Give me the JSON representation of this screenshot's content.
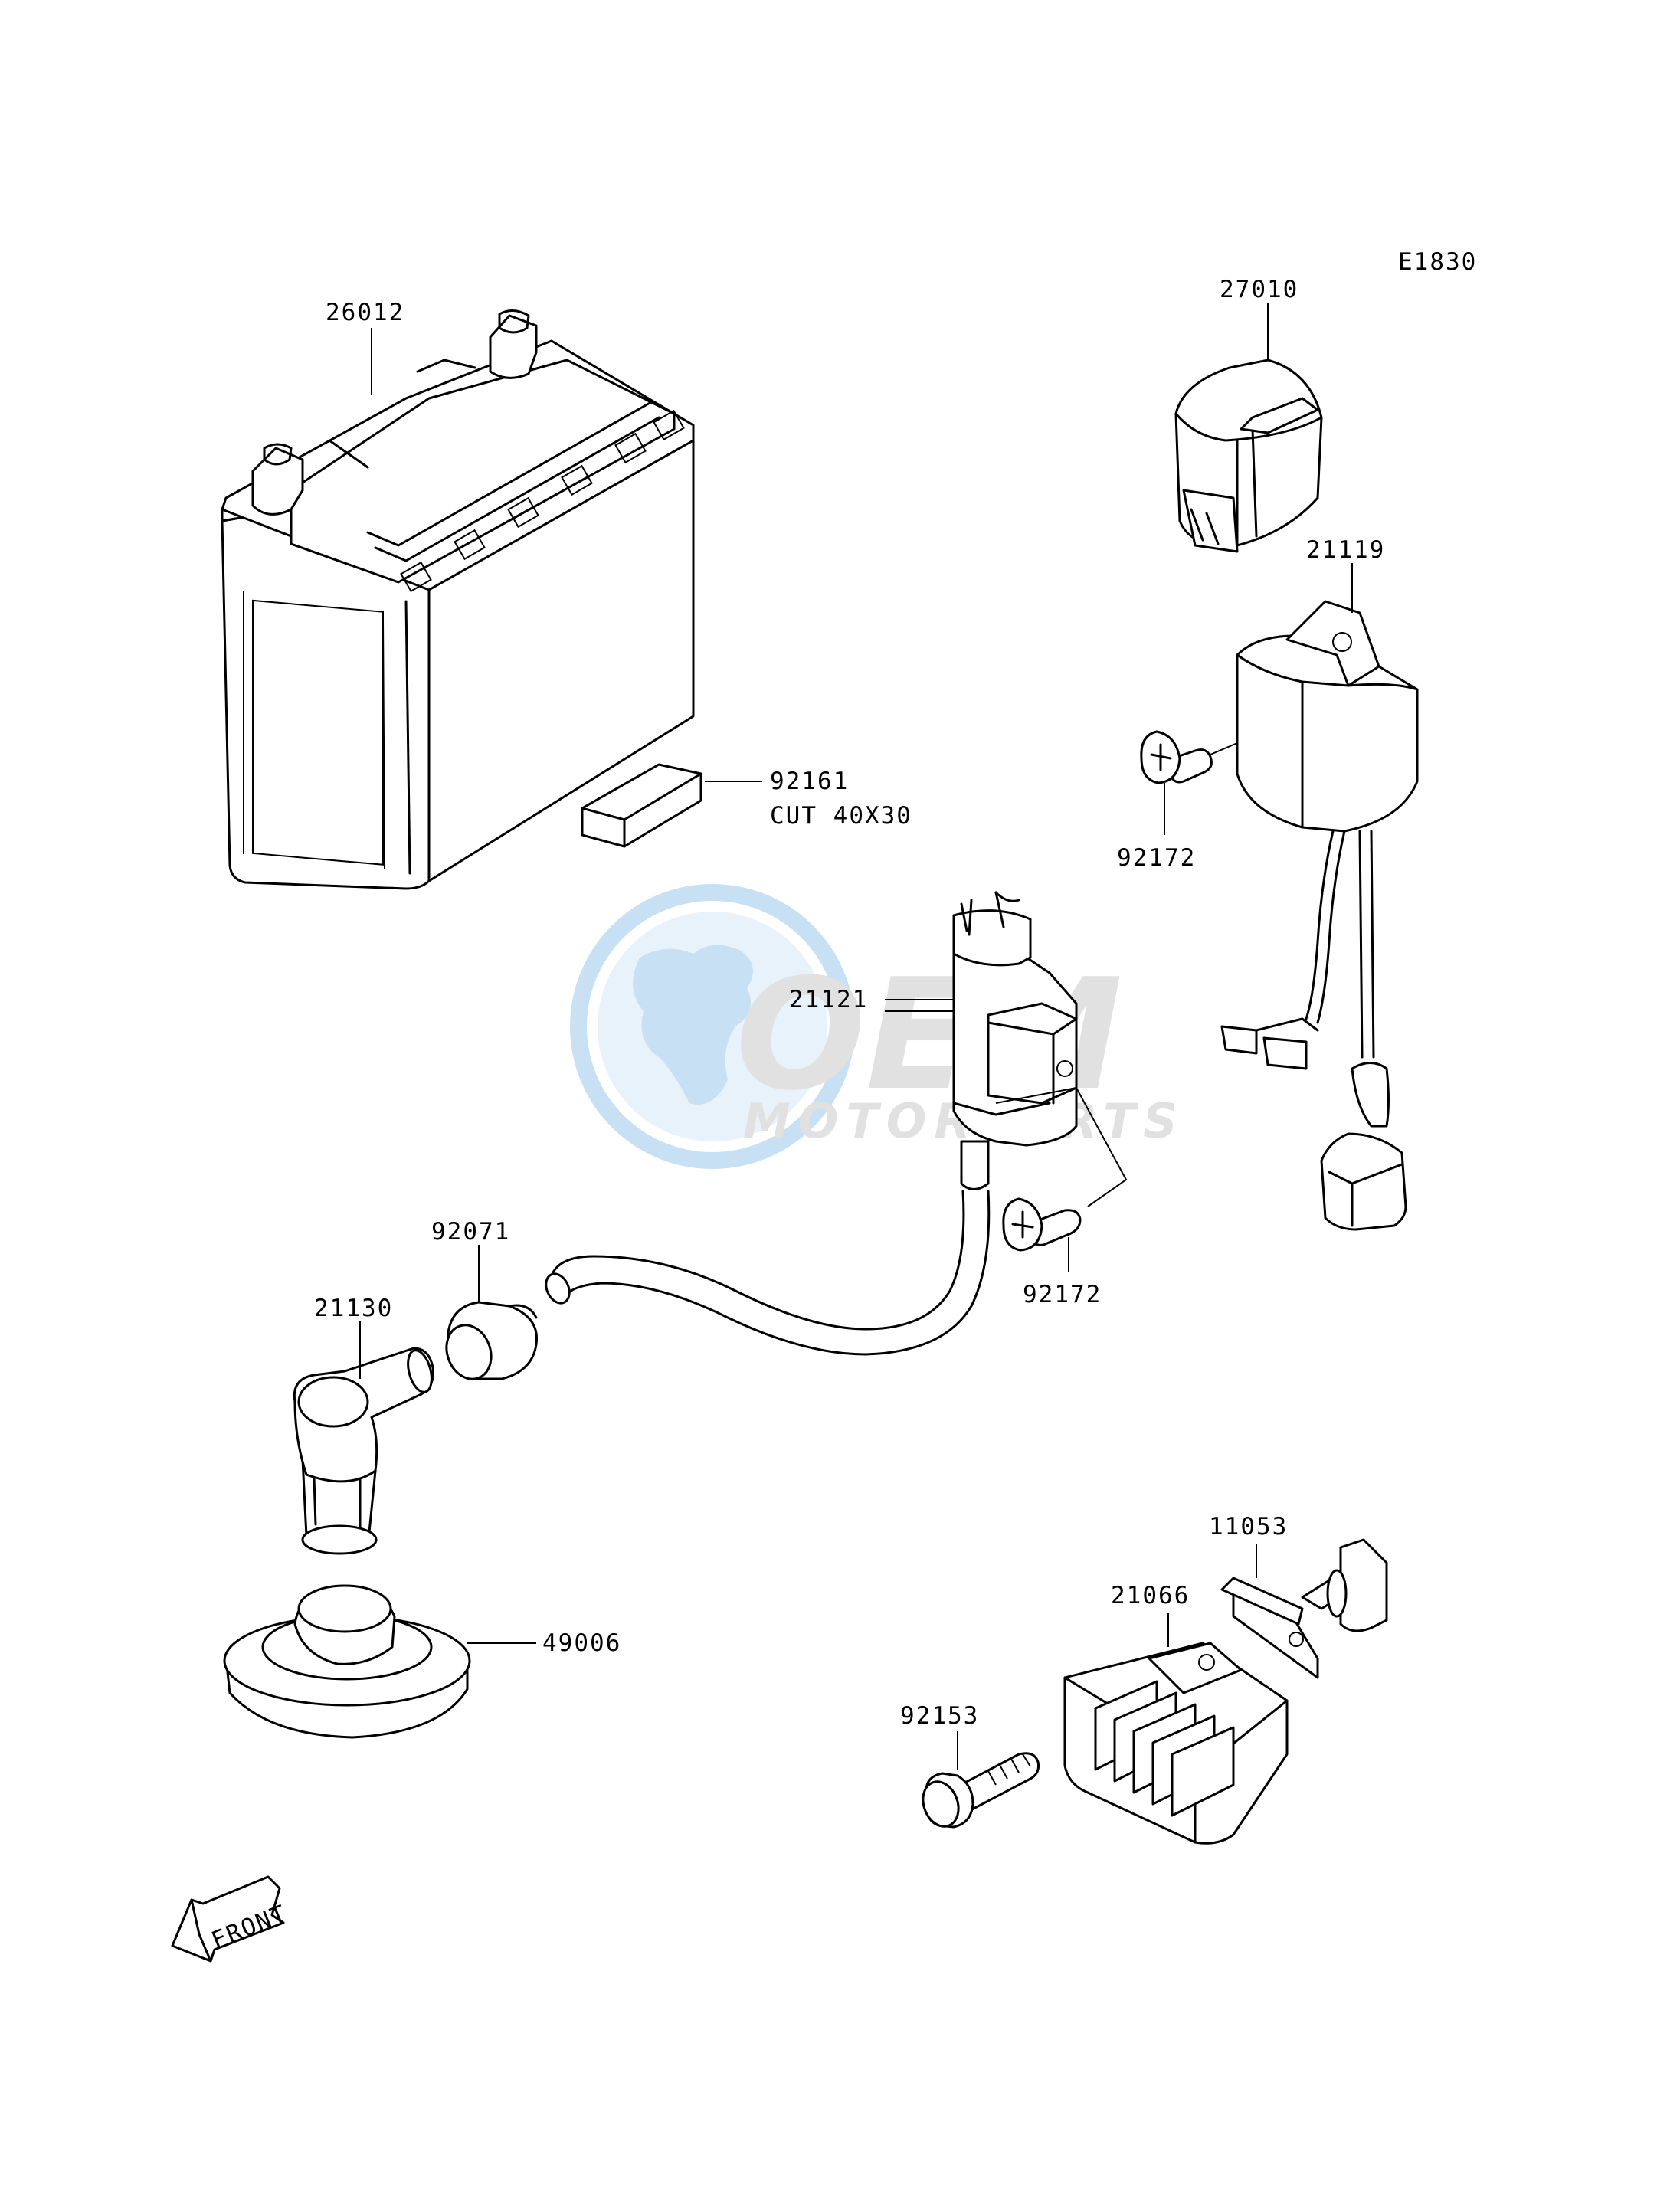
{
  "diagram": {
    "code": "E1830",
    "watermark": {
      "logo_text": "OEM",
      "sub_text": "MOTORPARTS"
    },
    "front_marker": "FRONT",
    "parts": [
      {
        "id": "battery",
        "number": "26012"
      },
      {
        "id": "battery-pad",
        "number": "92161",
        "note": "CUT 40X30"
      },
      {
        "id": "relay",
        "number": "27010"
      },
      {
        "id": "cdi-unit",
        "number": "21119"
      },
      {
        "id": "cdi-screw",
        "number": "92172"
      },
      {
        "id": "ignition-coil",
        "number": "21121"
      },
      {
        "id": "coil-screw",
        "number": "92172"
      },
      {
        "id": "plug-cap-seal",
        "number": "92071"
      },
      {
        "id": "plug-cap",
        "number": "21130"
      },
      {
        "id": "cap-cover",
        "number": "49006"
      },
      {
        "id": "regulator-bracket",
        "number": "11053"
      },
      {
        "id": "regulator",
        "number": "21066"
      },
      {
        "id": "regulator-bolt",
        "number": "92153"
      }
    ]
  }
}
